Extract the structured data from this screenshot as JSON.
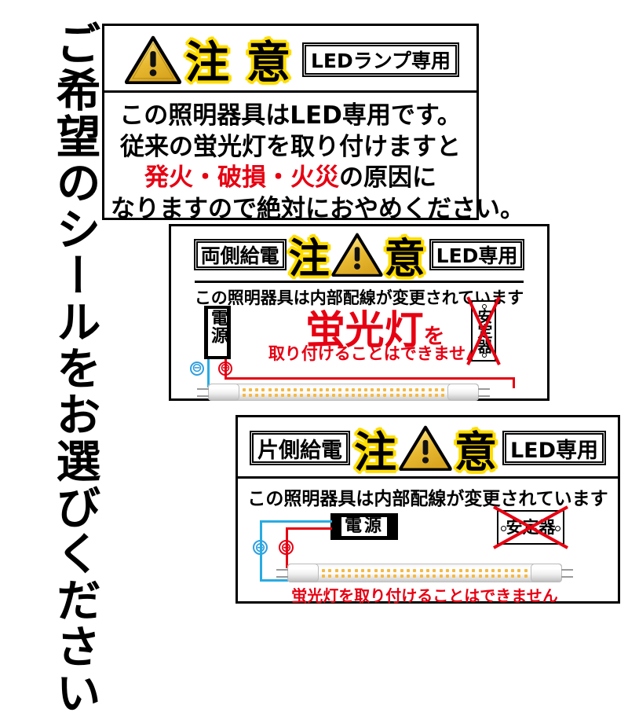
{
  "page": {
    "heading_vertical": "ご希望のシールをお選びください",
    "background_color": "#ffffff"
  },
  "colors": {
    "warning_yellow": "#ffdd00",
    "triangle_gold": "#e8b931",
    "alert_red": "#e60012",
    "wire_blue": "#29abe2",
    "black": "#000000"
  },
  "stickers": [
    {
      "id": "sticker-led-only",
      "header": {
        "warning_icon": "warning-triangle-icon",
        "chu": "注",
        "i": "意",
        "tag_right": "LEDランプ専用"
      },
      "body_lines": [
        {
          "segments": [
            {
              "text": "この照明器具はLED専用です。",
              "color": "black"
            }
          ]
        },
        {
          "segments": [
            {
              "text": "従来の蛍光灯を取り付けますと",
              "color": "black"
            }
          ]
        },
        {
          "segments": [
            {
              "text": "発火・破損・火災",
              "color": "red"
            },
            {
              "text": "の原因に",
              "color": "black"
            }
          ]
        },
        {
          "segments": [
            {
              "text": "なりますので絶対におやめください。",
              "color": "black"
            }
          ]
        }
      ]
    },
    {
      "id": "sticker-both-side-feed",
      "header": {
        "tag_left": "両側給電",
        "chu": "注",
        "warning_icon": "warning-triangle-icon",
        "i": "意",
        "tag_right": "LED専用"
      },
      "notice": "この照明器具は内部配線が変更されています",
      "big_red": "蛍光灯",
      "big_red_suffix": "を",
      "sub_red": "取り付けることはできません",
      "power_label": "電源",
      "terminal_minus": "⊖",
      "terminal_plus": "⊕",
      "ballast_label": "安定器",
      "ballast_orientation": "vertical",
      "lamp_icon": "led-tube-icon"
    },
    {
      "id": "sticker-single-side-feed",
      "header": {
        "tag_left": "片側給電",
        "chu": "注",
        "warning_icon": "warning-triangle-icon",
        "i": "意",
        "tag_right": "LED専用"
      },
      "notice": "この照明器具は内部配線が変更されています",
      "power_label": "電源",
      "terminal_minus": "⊖",
      "terminal_plus": "⊕",
      "ballast_label": "安定器",
      "ballast_orientation": "horizontal",
      "lamp_icon": "led-tube-icon",
      "bottom_red": "蛍光灯を取り付けることはできません"
    }
  ]
}
